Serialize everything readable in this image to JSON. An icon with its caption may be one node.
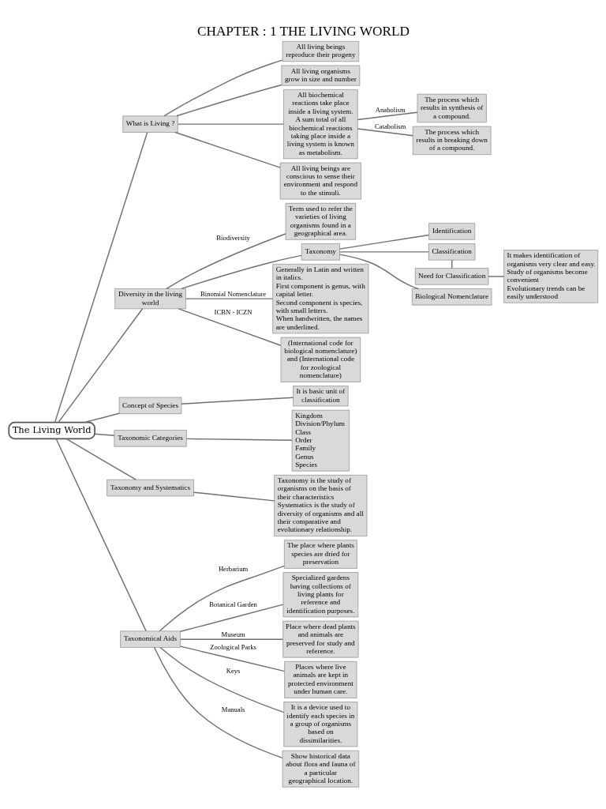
{
  "diagram": {
    "title": "CHAPTER : 1 THE LIVING WORLD",
    "nodes": [
      {
        "text": [
          "The Living World"
        ]
      },
      {
        "text": [
          "What is Living ?"
        ]
      },
      {
        "text": [
          "All living beings reproduce their progeny"
        ]
      },
      {
        "text": [
          "All living organisms grow in size and number"
        ]
      },
      {
        "text": [
          "All biochemical reactions take place inside a living system. A sum total of all biochemical reactions taking place inside a living system is known as metabolism."
        ]
      },
      {
        "text": [
          "The process which results in synthesis of a compound."
        ]
      },
      {
        "text": [
          "The process which results in breaking down of a compound."
        ]
      },
      {
        "text": [
          "All living beings are conscious to sense their environment and respond to the stimuli."
        ]
      },
      {
        "text": [
          "Diversity in the living world"
        ]
      },
      {
        "text": [
          "Term used to refer the varieties of living organisms found in a geographical area."
        ]
      },
      {
        "text": [
          "Taxonomy"
        ]
      },
      {
        "text": [
          "Identification"
        ]
      },
      {
        "text": [
          "Classification"
        ]
      },
      {
        "text": [
          "Biological Nomenclature"
        ]
      },
      {
        "text": [
          "Generally in Latin and written in italics.",
          "First component is genus, with capital letter.",
          "Second component is species, with small letters.",
          "When handwritten, the names are underlined."
        ]
      },
      {
        "text": [
          "(International code for biological nomenclature) and (International code for zoological nomenclature)"
        ]
      },
      {
        "text": [
          "Need for Classification"
        ]
      },
      {
        "text": [
          "It makes identification of organisms very clear and easy.",
          "Study of organisms become convenient",
          "Evolutionary trends can be easily understood"
        ]
      },
      {
        "text": [
          "Concept of Species"
        ]
      },
      {
        "text": [
          "It is basic unit of classification"
        ]
      },
      {
        "text": [
          "Taxonomic Categories"
        ]
      },
      {
        "text": [
          "Kingdom",
          "Division/Phylum",
          "Class",
          "Order",
          "Family",
          "Genus",
          "Species"
        ]
      },
      {
        "text": [
          "Taxonomy and Systematics"
        ]
      },
      {
        "text": [
          "Taxonomy is the study of organisms on the basis of their characteristics",
          "Systematics is the study of diversity of organisms and all their comparative and evolutionary relationship."
        ]
      },
      {
        "text": [
          "Taxonomical Aids"
        ]
      },
      {
        "text": [
          "The place where plants species are dried for preservation"
        ]
      },
      {
        "text": [
          "Specialized gardens having collections of living plants for reference and identification purposes."
        ]
      },
      {
        "text": [
          "Place where dead plants and animals are preserved for study and reference."
        ]
      },
      {
        "text": [
          "Places where live animals are kept in protected environment under human care."
        ]
      },
      {
        "text": [
          "It is a device used to identify each species in a group of organisms based on dissimilarities."
        ]
      },
      {
        "text": [
          "Show historical data about flora and fauna of a particular geographical location."
        ]
      }
    ],
    "edges": [
      {
        "from": 0,
        "to": 1,
        "arrow": "none"
      },
      {
        "from": 1,
        "to": 2,
        "arrow": "none"
      },
      {
        "from": 1,
        "to": 3,
        "arrow": "none"
      },
      {
        "from": 1,
        "to": 4,
        "arrow": "none"
      },
      {
        "from": 4,
        "to": 5,
        "arrow": "none",
        "label": "Anabolism"
      },
      {
        "from": 4,
        "to": 6,
        "arrow": "none",
        "label": "Catabolism"
      },
      {
        "from": 1,
        "to": 7,
        "arrow": "none"
      },
      {
        "from": 0,
        "to": 8,
        "arrow": "none"
      },
      {
        "from": 8,
        "to": 9,
        "arrow": "none",
        "label": "Biodiversity"
      },
      {
        "from": 8,
        "to": 10,
        "arrow": "none"
      },
      {
        "from": 10,
        "to": 11,
        "arrow": "none"
      },
      {
        "from": 10,
        "to": 12,
        "arrow": "none"
      },
      {
        "from": 10,
        "to": 13,
        "arrow": "none"
      },
      {
        "from": 8,
        "to": 14,
        "arrow": "none",
        "label": "Binomial Nomenclature"
      },
      {
        "from": 8,
        "to": 15,
        "arrow": "none",
        "label": "ICBN - ICZN"
      },
      {
        "from": 12,
        "to": 16,
        "arrow": "none"
      },
      {
        "from": 16,
        "to": 17,
        "arrow": "none"
      },
      {
        "from": 0,
        "to": 18,
        "arrow": "none"
      },
      {
        "from": 18,
        "to": 19,
        "arrow": "none"
      },
      {
        "from": 0,
        "to": 20,
        "arrow": "none"
      },
      {
        "from": 20,
        "to": 21,
        "arrow": "none"
      },
      {
        "from": 0,
        "to": 22,
        "arrow": "none"
      },
      {
        "from": 22,
        "to": 23,
        "arrow": "none"
      },
      {
        "from": 0,
        "to": 24,
        "arrow": "none"
      },
      {
        "from": 24,
        "to": 25,
        "arrow": "none",
        "label": "Herbarium"
      },
      {
        "from": 24,
        "to": 26,
        "arrow": "none",
        "label": "Botanical Garden"
      },
      {
        "from": 24,
        "to": 27,
        "arrow": "none",
        "label": "Museum"
      },
      {
        "from": 24,
        "to": 28,
        "arrow": "none",
        "label": "Zoological Parks"
      },
      {
        "from": 24,
        "to": 29,
        "arrow": "none",
        "label": "Keys"
      },
      {
        "from": 24,
        "to": 30,
        "arrow": "none",
        "label": "Manuals"
      }
    ]
  }
}
